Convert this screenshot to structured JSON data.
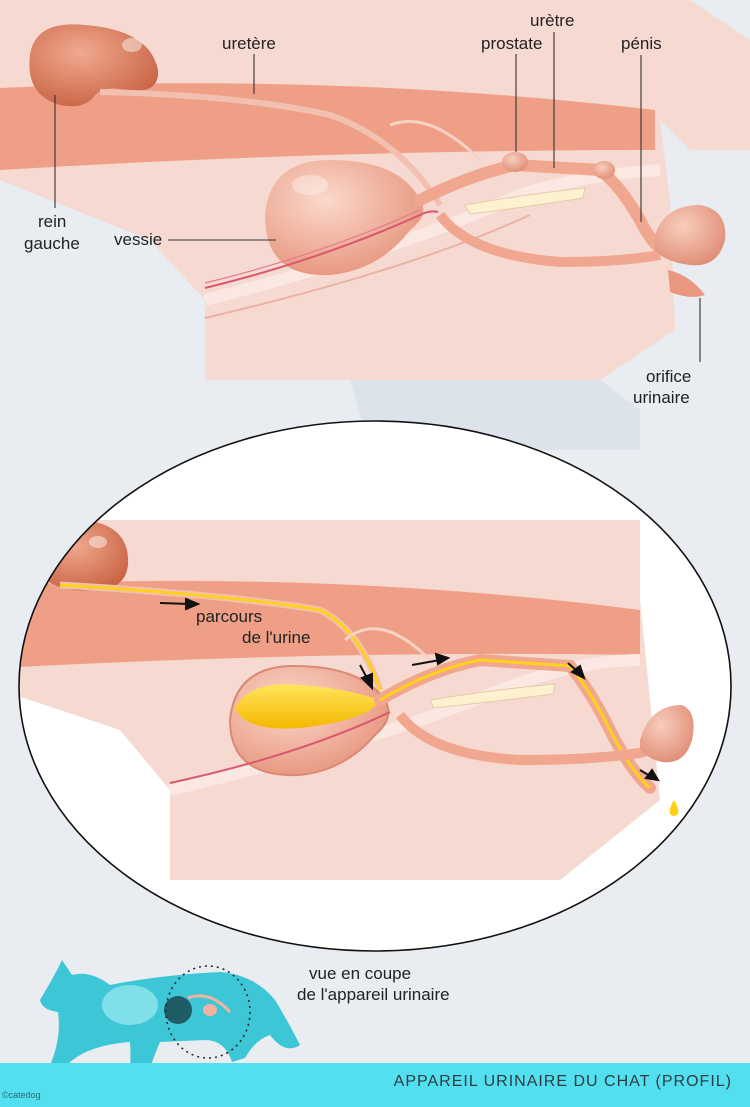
{
  "diagram": {
    "labels": {
      "ureter": "uretère",
      "urethra": "urètre",
      "prostate": "prostate",
      "penis": "pénis",
      "kidney_line1": "rein",
      "kidney_line2": "gauche",
      "bladder": "vessie",
      "orifice_line1": "orifice",
      "orifice_line2": "urinaire",
      "urine_line1": "parcours",
      "urine_line2": "de l'urine",
      "section_line1": "vue en coupe",
      "section_line2": "de l'appareil urinaire"
    },
    "footer_title": "APPAREIL URINAIRE DU CHAT (PROFIL)",
    "credit": "©catedog",
    "colors": {
      "background": "#e9ecf0",
      "body_tissue": "#f6d9d0",
      "muscle": "#ee9f86",
      "organ": "#f2b3a0",
      "kidney": "#d97758",
      "urine": "#ffd11a",
      "cat_silhouette": "#3cc6d6",
      "footer_band": "#52e0f1"
    }
  }
}
